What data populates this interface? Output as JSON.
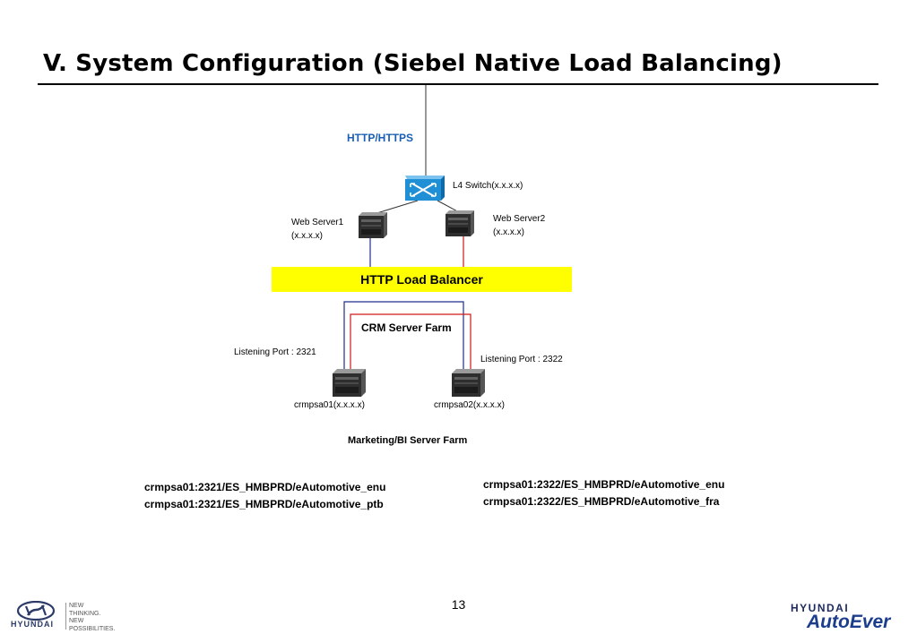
{
  "slide": {
    "title": "V. System Configuration (Siebel Native Load Balancing)",
    "page_number": "13"
  },
  "diagram": {
    "protocol_label": "HTTP/HTTPS",
    "switch_label": "L4 Switch(x.x.x.x)",
    "web_server1": {
      "name": "Web Server1",
      "address": "(x.x.x.x)"
    },
    "web_server2": {
      "name": "Web Server2",
      "address": "(x.x.x.x)"
    },
    "load_balancer_label": "HTTP Load Balancer",
    "crm_farm_label": "CRM Server Farm",
    "port_left": "Listening Port : 2321",
    "port_right": "Listening Port : 2322",
    "server_left": "crmpsa01(x.x.x.x)",
    "server_right": "crmpsa02(x.x.x.x)",
    "marketing_farm_label": "Marketing/BI Server Farm",
    "colors": {
      "blue_route": "#1f2d8c",
      "red_route": "#d01818",
      "switch": "#1f8fd6",
      "lb_fill": "#ffff00"
    }
  },
  "urls_left": [
    "crmpsa01:2321/ES_HMBPRD/eAutomotive_enu",
    "crmpsa01:2321/ES_HMBPRD/eAutomotive_ptb"
  ],
  "urls_right": [
    "crmpsa01:2322/ES_HMBPRD/eAutomotive_enu",
    "crmpsa01:2322/ES_HMBPRD/eAutomotive_fra"
  ],
  "footer": {
    "left_brand": "HYUNDAI",
    "left_tagline": [
      "NEW",
      "THINKING.",
      "NEW",
      "POSSIBILITIES."
    ],
    "right_brand": "HYUNDAI",
    "right_product": "AutoEver"
  }
}
